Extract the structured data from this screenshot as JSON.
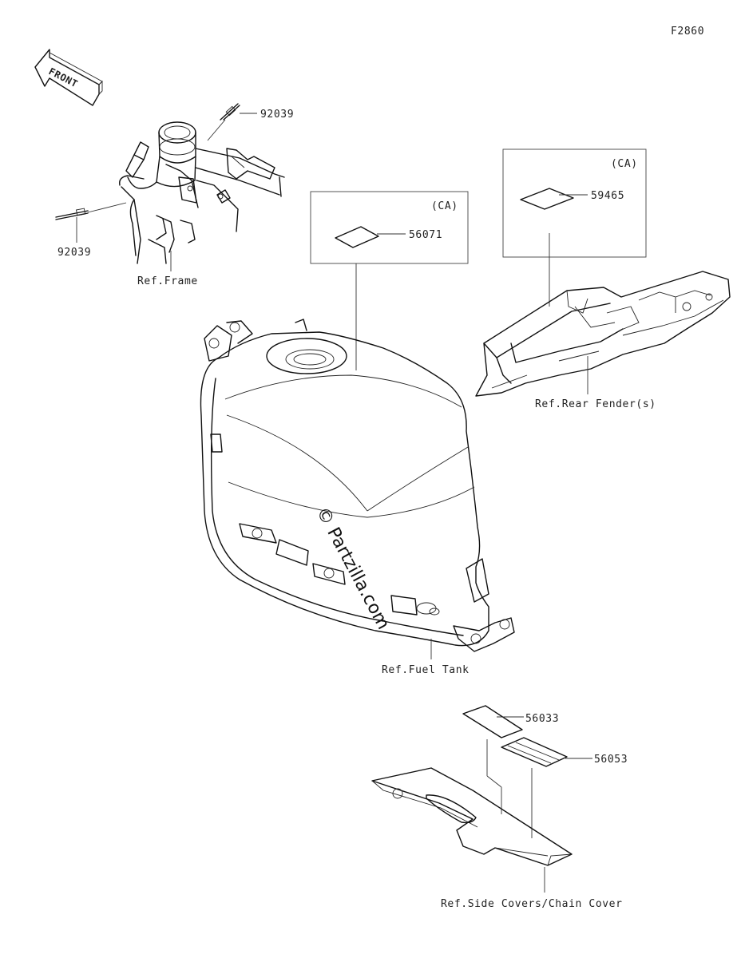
{
  "figure_code": "F2860",
  "front_arrow_text": "FRONT",
  "watermark": "© Partzilla.com",
  "callouts": {
    "p92039_top": "92039",
    "p92039_left": "92039",
    "p56071": "56071",
    "p59465": "59465",
    "p56033": "56033",
    "p56053": "56053"
  },
  "ca_boxes": {
    "fuel_tank_box": "(CA)",
    "rear_fender_box": "(CA)"
  },
  "references": {
    "frame": "Ref.Frame",
    "rear_fender": "Ref.Rear Fender(s)",
    "fuel_tank": "Ref.Fuel Tank",
    "side_covers": "Ref.Side Covers/Chain Cover"
  }
}
